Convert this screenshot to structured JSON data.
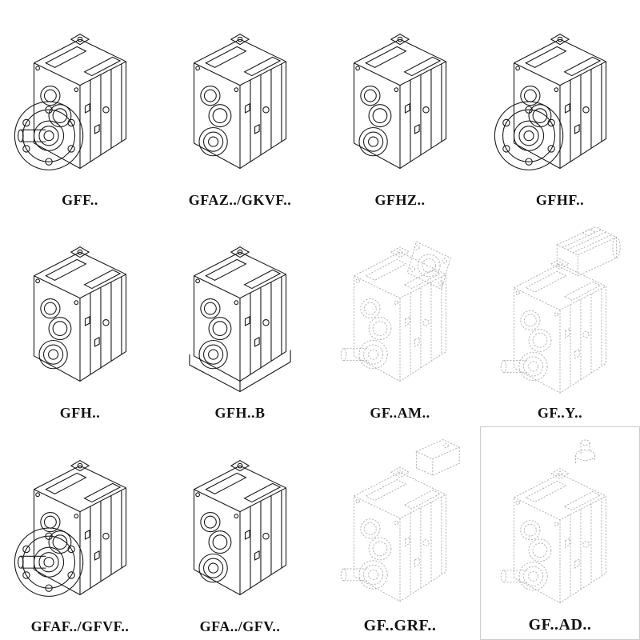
{
  "catalog": {
    "colors": {
      "line": "#1c1c1c",
      "line_ghost": "#b0b0b0",
      "background": "#ffffff"
    },
    "cells": [
      {
        "label": "GFF..",
        "drawing": "gearbox-flange-with-shaft"
      },
      {
        "label": "GFAZ../GKVF..",
        "drawing": "gearbox-hollow-bore"
      },
      {
        "label": "GFHZ..",
        "drawing": "gearbox-hollow-bore"
      },
      {
        "label": "GFHF..",
        "drawing": "gearbox-flange-hollow"
      },
      {
        "label": "GFH..",
        "drawing": "gearbox-hollow-bore"
      },
      {
        "label": "GFH..B",
        "drawing": "gearbox-foot-mounted"
      },
      {
        "label": "GF..AM..",
        "drawing": "gearbox-motor-adapter-ghost"
      },
      {
        "label": "GF..Y..",
        "drawing": "gearbox-with-motor-ghost"
      },
      {
        "label": "GFAF../GFVF..",
        "drawing": "gearbox-flange-with-shaft"
      },
      {
        "label": "GFA../GFV..",
        "drawing": "gearbox-hollow-bore"
      },
      {
        "label": "GF..GRF..",
        "drawing": "gearbox-input-flange-ghost"
      },
      {
        "label": "GF..AD..",
        "drawing": "gearbox-input-shaft-ghost"
      }
    ]
  }
}
